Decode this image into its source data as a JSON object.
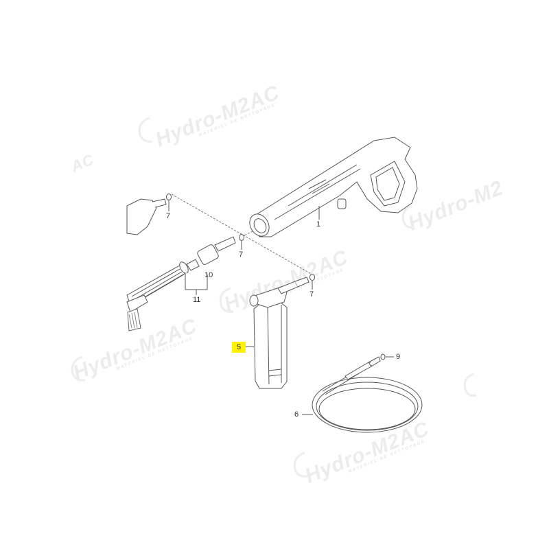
{
  "diagram": {
    "type": "exploded-parts-diagram",
    "subject": "pressure washer spray gun and accessories",
    "highlighted_part": "5",
    "highlight_color": "#fff200",
    "line_color": "#555555"
  },
  "watermark": {
    "text": "Hydro-M2AC",
    "subtitle": "MATERIEL DE NETTOYAGE",
    "color": "#ececec",
    "fragment_left": "AC",
    "fragment_right": "Hydro-M2"
  },
  "parts": [
    {
      "number": "1",
      "name": "spray gun"
    },
    {
      "number": "5",
      "name": "detergent tank",
      "highlighted": true
    },
    {
      "number": "6",
      "name": "high pressure hose"
    },
    {
      "number": "7",
      "name": "o-ring"
    },
    {
      "number": "7",
      "name": "o-ring"
    },
    {
      "number": "7",
      "name": "o-ring"
    },
    {
      "number": "9",
      "name": "o-ring"
    },
    {
      "number": "10",
      "name": "nozzle adapter"
    },
    {
      "number": "11",
      "name": "lance assembly"
    }
  ],
  "labels": {
    "p1": "1",
    "p5": "5",
    "p6": "6",
    "p7a": "7",
    "p7b": "7",
    "p7c": "7",
    "p9": "9",
    "p10": "10",
    "p11": "11"
  }
}
